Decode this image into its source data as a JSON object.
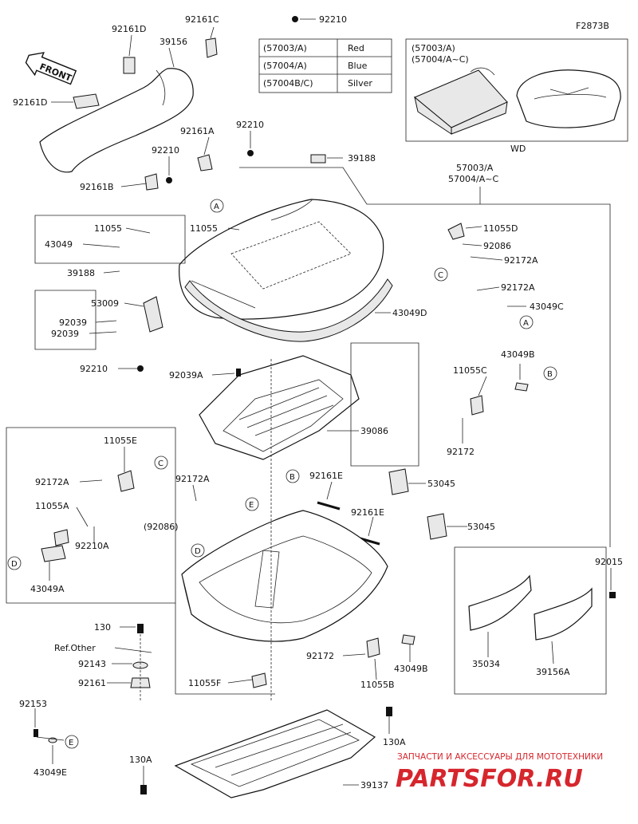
{
  "diagram_code": "F2873B",
  "color_table": [
    {
      "code": "(57003/A)",
      "color": "Red"
    },
    {
      "code": "(57004/A)",
      "color": "Blue"
    },
    {
      "code": "(57004B/C)",
      "color": "Silver"
    }
  ],
  "inset": {
    "lines": [
      "(57003/A)",
      "(57004/A~C)"
    ],
    "caption": "WD"
  },
  "front_label": "FRONT",
  "labels": {
    "l92161D_top": "92161D",
    "l39156": "39156",
    "l92161C": "92161C",
    "l92210_top": "92210",
    "l92161D_mid": "92161D",
    "l92161A": "92161A",
    "l92210_a": "92210",
    "l92210_b": "92210",
    "l92161B": "92161B",
    "l39188_top": "39188",
    "l57003A": "57003/A",
    "l57004AC": "57004/A~C",
    "l11055_a": "11055",
    "l43049": "43049",
    "l11055_b": "11055",
    "l39188_mid": "39188",
    "l11055D": "11055D",
    "l92086": "92086",
    "l92172A_a": "92172A",
    "l92172A_b": "92172A",
    "l43049C": "43049C",
    "l53009": "53009",
    "l92039_a": "92039",
    "l92039_b": "92039",
    "l43049D": "43049D",
    "l92210_c": "92210",
    "l92039A": "92039A",
    "l43049B_a": "43049B",
    "l11055C": "11055C",
    "l39086": "39086",
    "l92172_a": "92172",
    "l11055E": "11055E",
    "l92172A_c": "92172A",
    "l92172A_d": "92172A",
    "l92086_p": "(92086)",
    "l92161E_a": "92161E",
    "l53045_a": "53045",
    "l92161E_b": "92161E",
    "l53045_b": "53045",
    "l11055A": "11055A",
    "l92210A": "92210A",
    "l43049A": "43049A",
    "l92015": "92015",
    "l130": "130",
    "lRefOther": "Ref.Other",
    "l92143": "92143",
    "l92161": "92161",
    "l92172_b": "92172",
    "l43049B_b": "43049B",
    "l11055B": "11055B",
    "l11055F": "11055F",
    "l35034": "35034",
    "l39156A": "39156A",
    "l92153": "92153",
    "l43049E": "43049E",
    "l130A_a": "130A",
    "l130A_b": "130A",
    "l39137": "39137"
  },
  "callouts": {
    "A1": "A",
    "A2": "A",
    "B1": "B",
    "B2": "B",
    "C1": "C",
    "C2": "C",
    "D1": "D",
    "D2": "D",
    "E1": "E",
    "E2": "E"
  },
  "watermark": {
    "tagline": "ЗАПЧАСТИ И АКСЕССУАРЫ ДЛЯ МОТОТЕХНИКИ",
    "brand": "PARTSFOR.RU",
    "color": "#d6262d"
  }
}
